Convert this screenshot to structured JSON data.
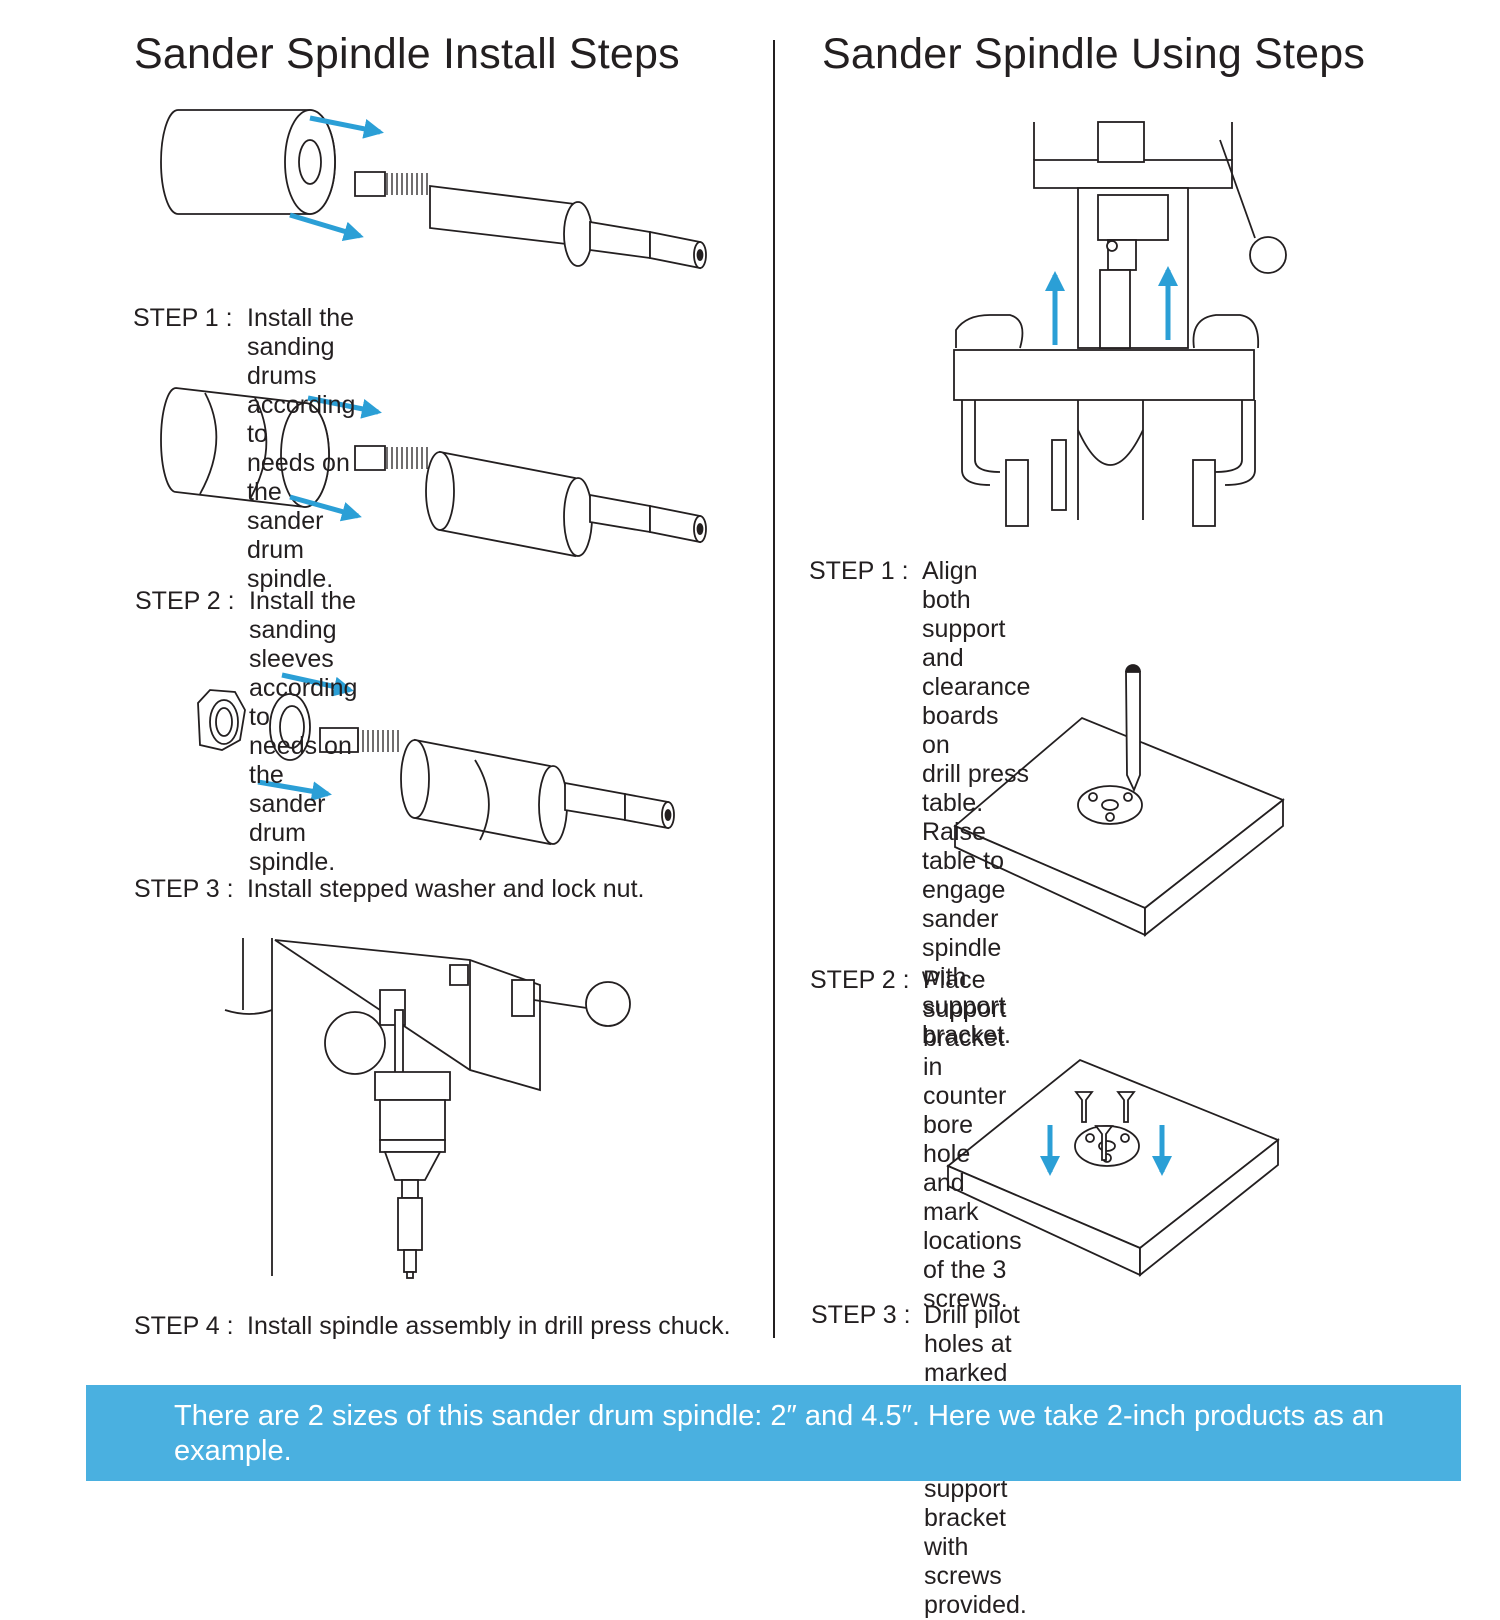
{
  "left": {
    "title": "Sander Spindle Install Steps",
    "steps": [
      {
        "label": "STEP 1 :",
        "text": "Install the sanding drums according to\nneeds on the sander drum spindle."
      },
      {
        "label": "STEP 2 :",
        "text": "Install the sanding sleeves according to\nneeds on the sander drum spindle."
      },
      {
        "label": "STEP 3 :",
        "text": "Install stepped washer and lock nut."
      },
      {
        "label": "STEP 4 :",
        "text": "Install spindle assembly in drill press chuck."
      }
    ]
  },
  "right": {
    "title": "Sander Spindle Using Steps",
    "steps": [
      {
        "label": "STEP 1 :",
        "text": "Align both support and clearance boards on\ndrill press table. Raise table to engage sander\nspindle with support bracket."
      },
      {
        "label": "STEP 2 :",
        "text": "Place support bracket in counter bore hole\nand mark locations of the 3 screws."
      },
      {
        "label": "STEP 3 :",
        "text": "Drill pilot holes at marked locations and\nsecure support bracket with screws provided."
      }
    ]
  },
  "banner": {
    "text": "There are 2 sizes of this sander drum spindle: 2″ and 4.5″. Here we take 2-inch products as an example."
  },
  "colors": {
    "accent": "#2b9fd6",
    "banner": "#4ab0e0",
    "ink": "#231f20"
  }
}
